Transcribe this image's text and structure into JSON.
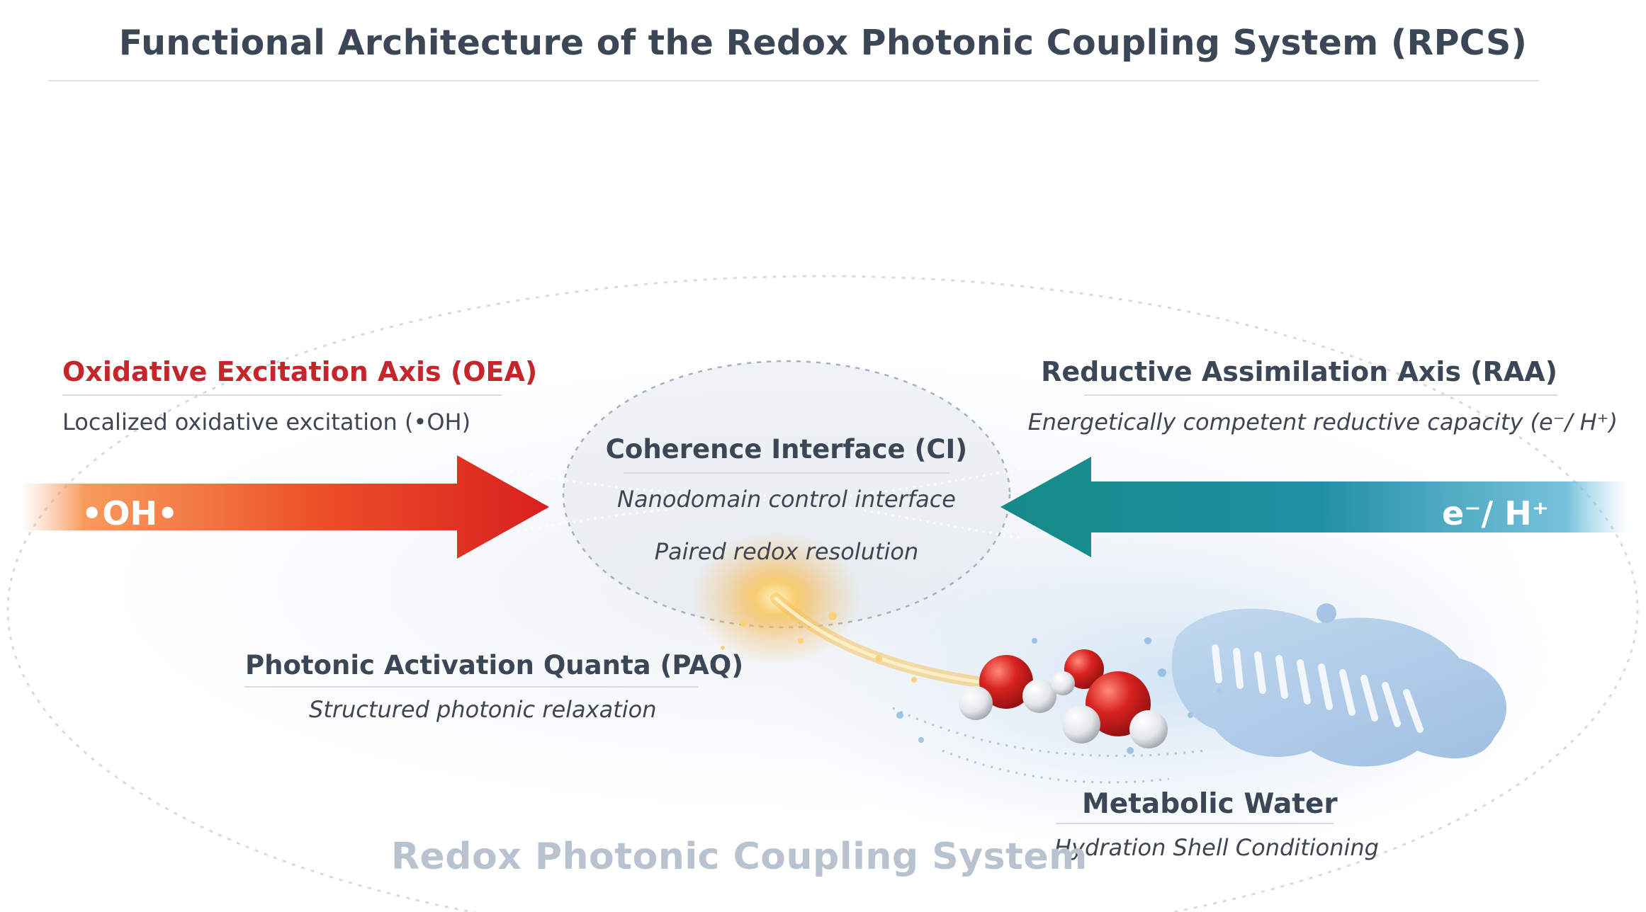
{
  "title": "Functional Architecture of the Redox Photonic Coupling System (RPCS)",
  "system_label": "Redox Photonic Coupling System",
  "nodes": {
    "oea": {
      "heading": "Oxidative Excitation Axis (OEA)",
      "description": "Localized oxidative excitation (•OH)",
      "arrow_label": "•OH•"
    },
    "raa": {
      "heading": "Reductive Assimilation Axis (RAA)",
      "description": "Energetically competent reductive capacity (e⁻/ H⁺)",
      "arrow_label": "e⁻/ H⁺"
    },
    "ci": {
      "heading": "Coherence Interface (CI)",
      "line1": "Nanodomain control interface",
      "line2": "Paired redox resolution"
    },
    "paq": {
      "heading": "Photonic Activation Quanta (PAQ)",
      "description": "Structured photonic relaxation"
    },
    "mw": {
      "heading": "Metabolic Water",
      "description": "Hydration Shell Conditioning"
    }
  },
  "colors": {
    "oxidative": "#e8342a",
    "reductive": "#1f8f96",
    "heading": "#3b4656",
    "oxidative_heading": "#c4262b",
    "water_red": "#d4201e",
    "membrane": "#a9c8e6",
    "glow": "#f6b93b"
  },
  "icons": [
    "right-arrow-icon",
    "left-arrow-icon",
    "water-molecule-icon",
    "membrane-icon",
    "light-burst-icon"
  ]
}
